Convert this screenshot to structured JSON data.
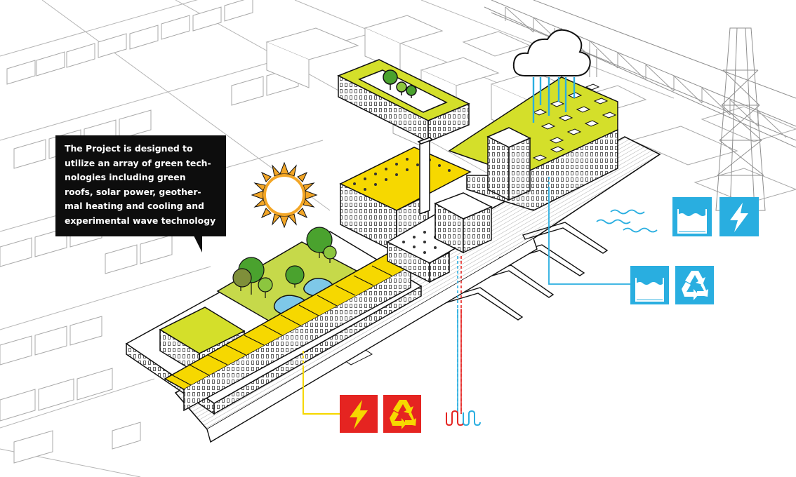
{
  "callout": {
    "lines": [
      "The Project is designed to",
      "utilize an array of green tech-",
      "nologies including green",
      "roofs, solar power, geother-",
      "mal heating and cooling and",
      "experimental wave technology"
    ]
  },
  "colors": {
    "roof_green": "#d4df2a",
    "park_green": "#c6d94a",
    "solar_yellow": "#f6d800",
    "sun_orange": "#f3a626",
    "water_blue": "#29aee0",
    "recycle_red": "#e52421",
    "geothermal_red": "#e52421",
    "outline": "#111111",
    "context_line": "#9a9a9a"
  },
  "icons": {
    "sun": "sun-icon",
    "rain_cloud": "rain-cloud-icon",
    "waves": "waves-icon",
    "water_power": "water-tank-lightning-icon",
    "water_recycle": "water-tank-recycle-icon",
    "solar_power": "lightning-icon",
    "solar_recycle": "recycle-icon",
    "geothermal": "geothermal-loop-icon"
  }
}
